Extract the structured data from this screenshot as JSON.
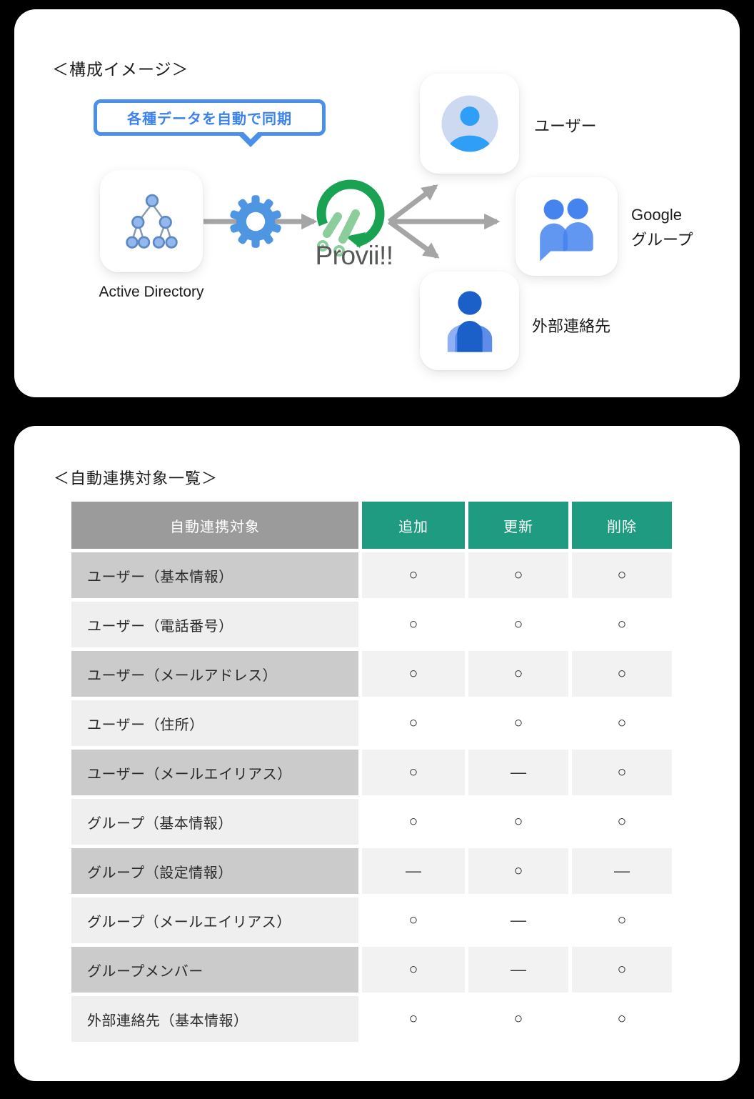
{
  "diagram_card": {
    "title": "＜構成イメージ＞",
    "bubble": {
      "label": "各種データを自動で同期"
    },
    "source": {
      "label": "Active Directory"
    },
    "logo": {
      "text": "Provii!!"
    },
    "targets": [
      {
        "id": "user",
        "label": "ユーザー"
      },
      {
        "id": "google-group",
        "label_line1": "Google",
        "label_line2": "グループ"
      },
      {
        "id": "external-contact",
        "label": "外部連絡先"
      }
    ],
    "colors": {
      "bubble_blue": "#4a90e8",
      "bubble_text": "#3b82ec",
      "arrow_gray": "#a5a5a5",
      "gear_blue": "#4e95e2",
      "ring_green": "#18a251",
      "leaf_green": "#8bcd9b",
      "logo_text_gray": "#57585a",
      "google_blue": "#4584ef",
      "avatar_bg": "#cdd8f1",
      "avatar_person": "#2e9ef6",
      "contact_blue_dark": "#1b5fc9",
      "contact_blue_mid": "#5d8ceb",
      "contact_blue_light": "#8fb0f4",
      "tree_node_fill": "#93b9ec",
      "tree_node_stroke": "#5d87c5",
      "tree_line": "#8a9bb0"
    }
  },
  "table_card": {
    "title": "＜自動連携対象一覧＞",
    "table": {
      "headers": [
        "自動連携対象",
        "追加",
        "更新",
        "削除"
      ],
      "rows": [
        {
          "label": "ユーザー（基本情報）",
          "marks": [
            "○",
            "○",
            "○"
          ]
        },
        {
          "label": "ユーザー（電話番号）",
          "marks": [
            "○",
            "○",
            "○"
          ]
        },
        {
          "label": "ユーザー（メールアドレス）",
          "marks": [
            "○",
            "○",
            "○"
          ]
        },
        {
          "label": "ユーザー（住所）",
          "marks": [
            "○",
            "○",
            "○"
          ]
        },
        {
          "label": "ユーザー（メールエイリアス）",
          "marks": [
            "○",
            "―",
            "○"
          ]
        },
        {
          "label": "グループ（基本情報）",
          "marks": [
            "○",
            "○",
            "○"
          ]
        },
        {
          "label": "グループ（設定情報）",
          "marks": [
            "―",
            "○",
            "―"
          ]
        },
        {
          "label": "グループ（メールエイリアス）",
          "marks": [
            "○",
            "―",
            "○"
          ]
        },
        {
          "label": "グループメンバー",
          "marks": [
            "○",
            "―",
            "○"
          ]
        },
        {
          "label": "外部連絡先（基本情報）",
          "marks": [
            "○",
            "○",
            "○"
          ]
        }
      ]
    },
    "colors": {
      "header_category_bg": "#9b9b9b",
      "header_action_bg": "#1f9b81",
      "header_text": "#ffffff",
      "row_odd_label_bg": "#cbcbcb",
      "row_even_label_bg": "#efefef",
      "row_odd_value_bg": "#f2f2f2",
      "row_even_value_bg": "#ffffff",
      "row_text": "#2a2a2a"
    }
  }
}
